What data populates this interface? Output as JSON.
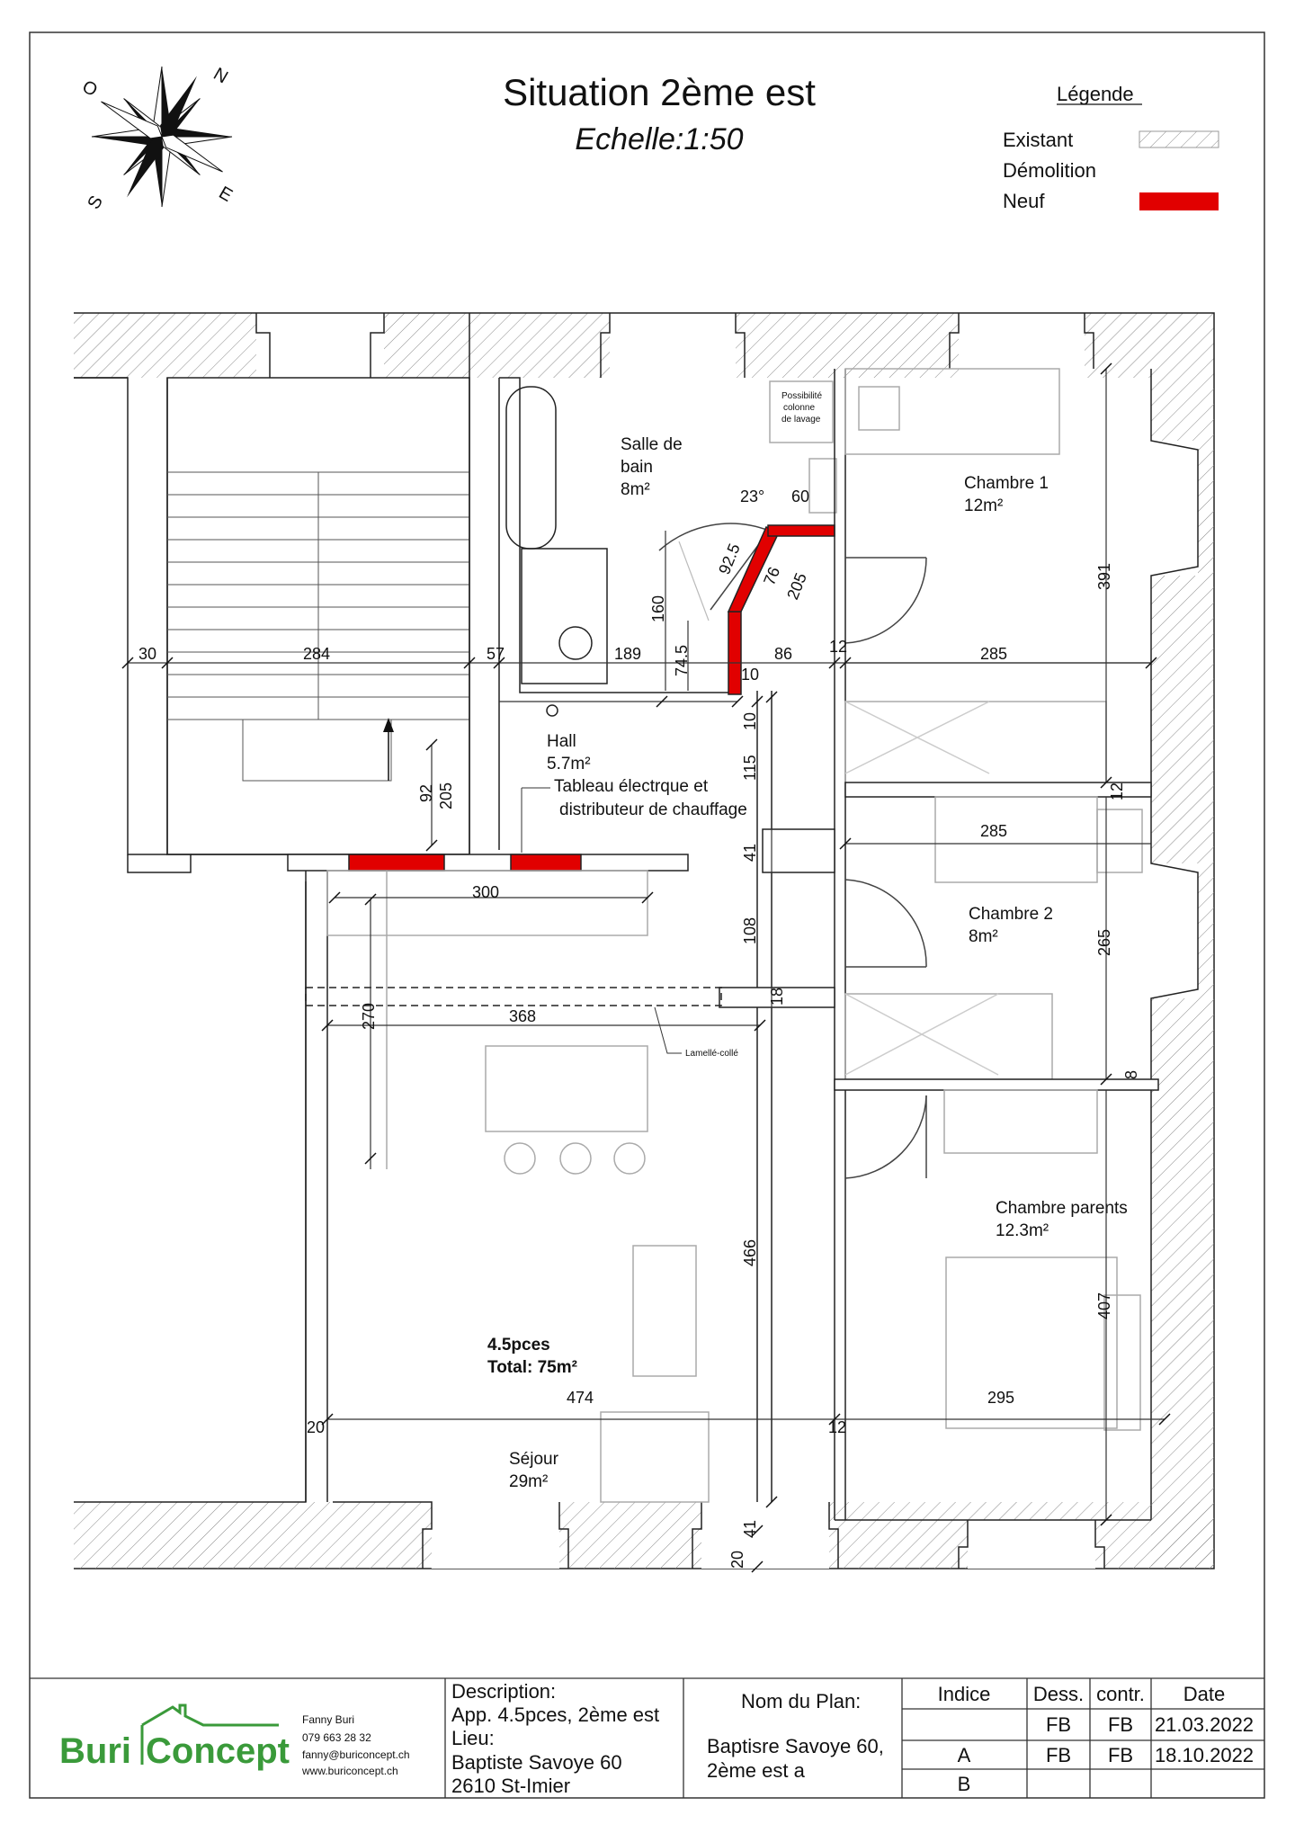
{
  "header": {
    "title": "Situation 2ème est",
    "scale": "Echelle:1:50"
  },
  "compass": {
    "n": "N",
    "e": "E",
    "s": "S",
    "o": "O"
  },
  "legend": {
    "title": "Légende",
    "existing": "Existant",
    "demolition": "Démolition",
    "new": "Neuf",
    "new_color": "#e10000"
  },
  "rooms": {
    "bath_name1": "Salle de",
    "bath_name2": "bain",
    "bath_area": "8m²",
    "washing_1": "Possibilité",
    "washing_2": "colonne",
    "washing_3": "de lavage",
    "ch1_name": "Chambre 1",
    "ch1_area": "12m²",
    "hall_name": "Hall",
    "hall_area": "5.7m²",
    "panel_1": "Tableau électrque et",
    "panel_2": "distributeur de chauffage",
    "ch2_name": "Chambre 2",
    "ch2_area": "8m²",
    "parents_name": "Chambre parents",
    "parents_area": "12.3m²",
    "total_1": "4.5pces",
    "total_2": "Total: 75m²",
    "sejour_name": "Séjour",
    "sejour_area": "29m²",
    "beam": "Lamellé-collé"
  },
  "dims": {
    "d30": "30",
    "d284": "284",
    "d57": "57",
    "d189": "189",
    "d86": "86",
    "d12a": "12",
    "d285a": "285",
    "d391": "391",
    "d23": "23°",
    "d60": "60",
    "d925": "92.5",
    "d76": "76",
    "d205a": "205",
    "d160": "160",
    "d745": "74.5",
    "d10a": "10",
    "d10b": "10",
    "d115": "115",
    "d12b": "12",
    "d92": "92",
    "d205b": "205",
    "d41a": "41",
    "d285b": "285",
    "d300": "300",
    "d108": "108",
    "d265": "265",
    "d18": "18",
    "d270": "270",
    "d368": "368",
    "d8": "8",
    "d466": "466",
    "d407": "407",
    "d474": "474",
    "d295": "295",
    "d20a": "20",
    "d12c": "12",
    "d41b": "41",
    "d20b": "20"
  },
  "title_block": {
    "brand_1": "Buri",
    "brand_2": "Concept",
    "contact_name": "Fanny Buri",
    "contact_phone": "079 663 28 32",
    "contact_email": "fanny@buriconcept.ch",
    "contact_web": "www.buriconcept.ch",
    "desc_label": "Description:",
    "desc_value": "App. 4.5pces, 2ème est",
    "lieu_label": "Lieu:",
    "lieu_1": "Baptiste Savoye 60",
    "lieu_2": "2610 St-Imier",
    "plan_label": "Nom du Plan:",
    "plan_1": "Baptisre Savoye 60,",
    "plan_2": "2ème est a",
    "col_indice": "Indice",
    "col_dess": "Dess.",
    "col_contr": "contr.",
    "col_date": "Date",
    "r1_dess": "FB",
    "r1_contr": "FB",
    "r1_date": "21.03.2022",
    "r2_indice": "A",
    "r2_dess": "FB",
    "r2_contr": "FB",
    "r2_date": "18.10.2022",
    "r3_indice": "B",
    "brand_green": "#3a9a3a"
  }
}
